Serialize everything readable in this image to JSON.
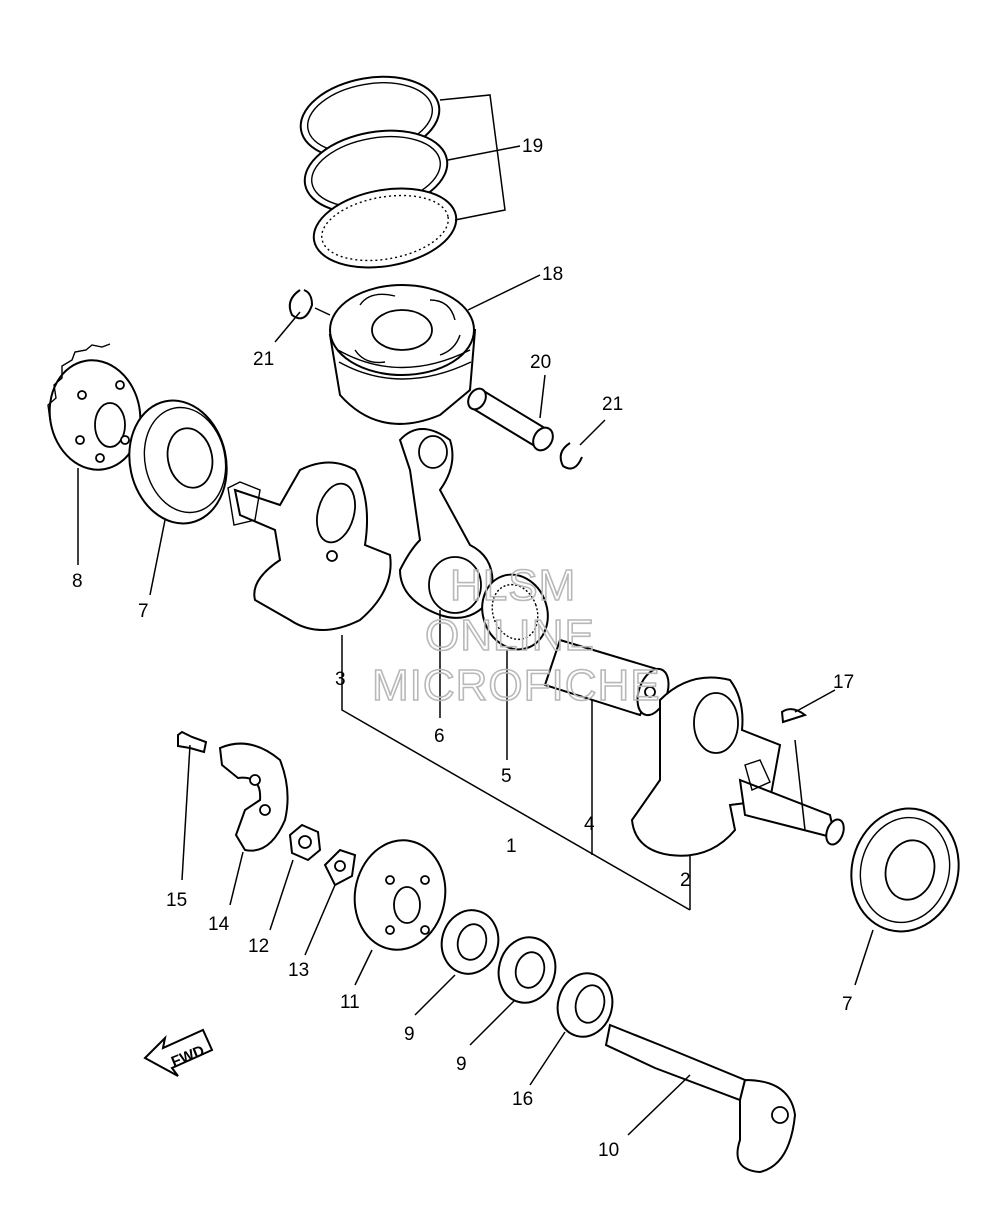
{
  "callouts": {
    "c19": "19",
    "c18": "18",
    "c21a": "21",
    "c20": "20",
    "c21b": "21",
    "c8": "8",
    "c7a": "7",
    "c3": "3",
    "c6": "6",
    "c5": "5",
    "c1": "1",
    "c4": "4",
    "c2": "2",
    "c17": "17",
    "c7b": "7",
    "c15": "15",
    "c14": "14",
    "c12": "12",
    "c13": "13",
    "c11": "11",
    "c9a": "9",
    "c9b": "9",
    "c16": "16",
    "c10": "10"
  },
  "watermark": {
    "line1": "HLSM",
    "line2": "ONLINE",
    "line3": "MICROFICHE"
  },
  "direction_arrow": {
    "label": "FWD"
  }
}
